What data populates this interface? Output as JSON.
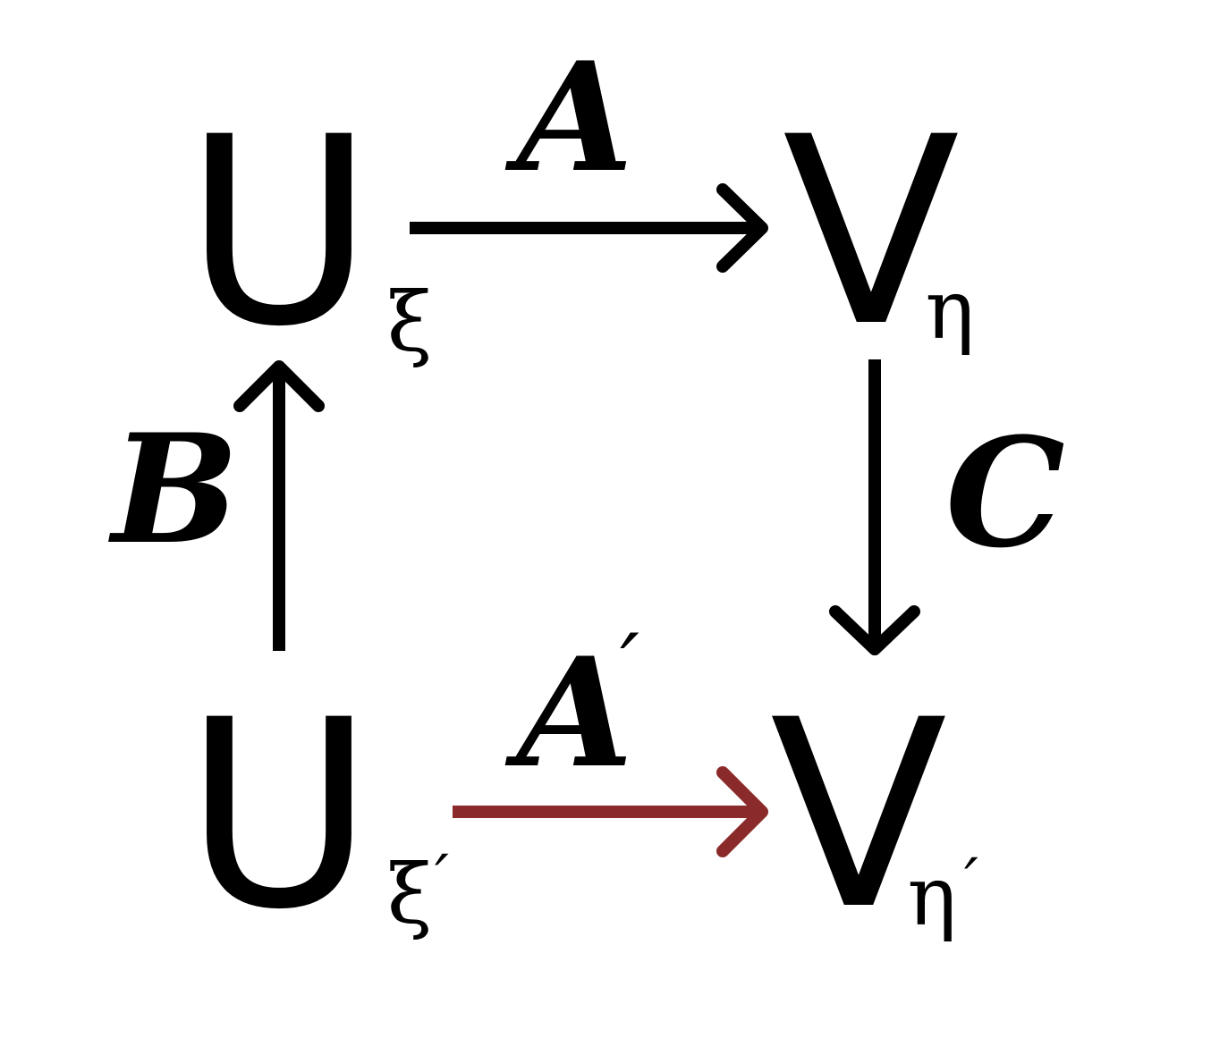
{
  "nodes": {
    "top_left": {
      "main": "U",
      "sub": "ξ",
      "sub_prime": ""
    },
    "top_right": {
      "main": "V",
      "sub": "η",
      "sub_prime": ""
    },
    "bottom_left": {
      "main": "U",
      "sub": "ξ",
      "sub_prime": "′"
    },
    "bottom_right": {
      "main": "V",
      "sub": "η",
      "sub_prime": "′"
    }
  },
  "arrows": {
    "top": {
      "label": "A",
      "prime": "",
      "color": "#000000"
    },
    "left": {
      "label": "B",
      "prime": "",
      "color": "#000000"
    },
    "right": {
      "label": "C",
      "prime": "",
      "color": "#000000"
    },
    "bottom": {
      "label": "A",
      "prime": "′",
      "color": "#8b2a2a"
    }
  }
}
